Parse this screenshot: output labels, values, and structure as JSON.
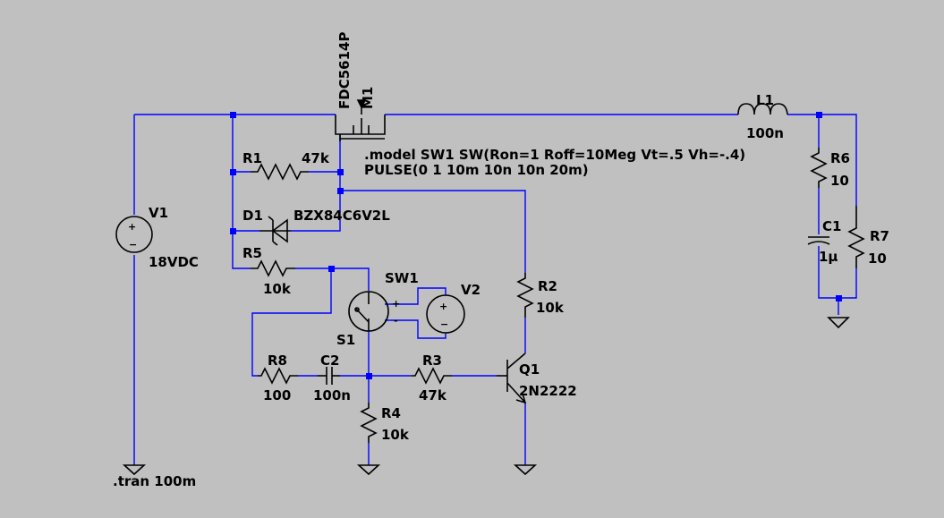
{
  "components": {
    "v1": {
      "name": "V1",
      "value": "18VDC"
    },
    "m1": {
      "name": "M1",
      "value": "FDC5614P"
    },
    "l1": {
      "name": "L1",
      "value": "100n"
    },
    "r1": {
      "name": "R1",
      "value": "47k"
    },
    "d1": {
      "name": "D1",
      "value": "BZX84C6V2L"
    },
    "r5": {
      "name": "R5",
      "value": "10k"
    },
    "sw1": {
      "name": "SW1",
      "instance": "S1"
    },
    "v2": {
      "name": "V2"
    },
    "r2": {
      "name": "R2",
      "value": "10k"
    },
    "r8": {
      "name": "R8",
      "value": "100"
    },
    "c2": {
      "name": "C2",
      "value": "100n"
    },
    "r3": {
      "name": "R3",
      "value": "47k"
    },
    "q1": {
      "name": "Q1",
      "value": "2N2222"
    },
    "r4": {
      "name": "R4",
      "value": "10k"
    },
    "r6": {
      "name": "R6",
      "value": "10"
    },
    "c1": {
      "name": "C1",
      "value": "1µ"
    },
    "r7": {
      "name": "R7",
      "value": "10"
    }
  },
  "directives": {
    "model": ".model SW1 SW(Ron=1 Roff=10Meg Vt=.5 Vh=-.4)",
    "pulse": "PULSE(0 1 10m 10n 10n 20m)",
    "tran": ".tran 100m"
  },
  "symbols": {
    "plus": "+",
    "minus": "−",
    "pin_plus": "+",
    "pin_minus": "-"
  },
  "colors": {
    "background": "#c0c0c0",
    "wire": "#0000ff",
    "component": "#000000"
  }
}
